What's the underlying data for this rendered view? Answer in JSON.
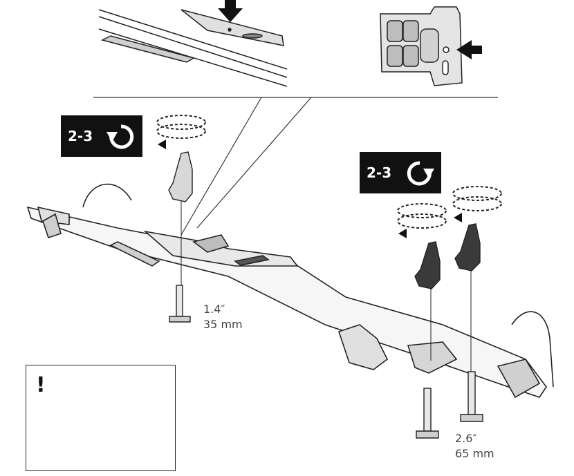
{
  "step_badges": [
    {
      "text": "2-3",
      "icon": "rotate-counterclockwise-icon"
    },
    {
      "text": "2-3",
      "icon": "rotate-clockwise-icon"
    }
  ],
  "bolt_short": {
    "imperial": "1.4″",
    "metric": "35 mm"
  },
  "bolt_long": {
    "imperial": "2.6″",
    "metric": "65 mm"
  },
  "warning_box": {
    "mark": "!",
    "caption_icons": [
      "knob-light-grey",
      "knob-mid-grey",
      "knob-dark-grey"
    ]
  },
  "colors": {
    "ink": "#222222",
    "badge_bg": "#111111",
    "light_fill": "#d8d8d8",
    "mid_fill": "#8c8c8c",
    "dark_fill": "#3a3a3a"
  }
}
